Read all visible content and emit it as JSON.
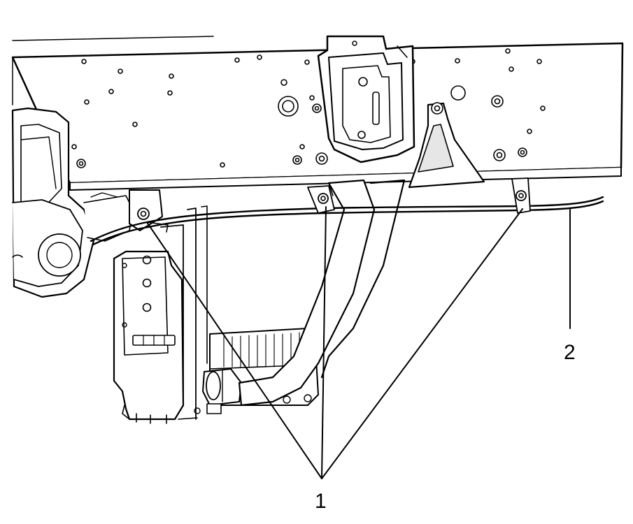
{
  "figure": {
    "callouts": [
      {
        "id": "1",
        "label": "1"
      },
      {
        "id": "2",
        "label": "2"
      }
    ],
    "colors": {
      "line": "#000000",
      "fill": "#ffffff",
      "shade": "#e6e6e6"
    }
  }
}
